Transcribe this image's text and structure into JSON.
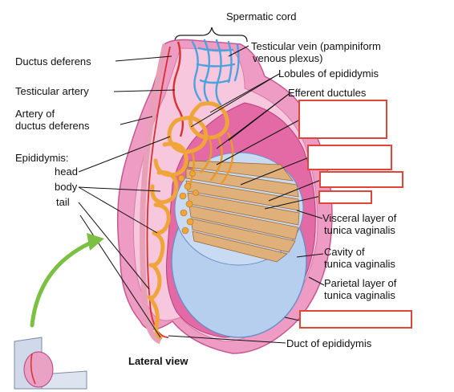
{
  "labels": {
    "spermatic_cord": "Spermatic cord",
    "ductus_deferens": "Ductus deferens",
    "testicular_vein_line1": "Testicular vein (pampiniform",
    "testicular_vein_line2": "venous plexus)",
    "lobules_of_epididymis": "Lobules of epididymis",
    "testicular_artery": "Testicular artery",
    "efferent_ductules": "Efferent ductules",
    "artery_of_ductus_line1": "Artery of",
    "artery_of_ductus_line2": "ductus deferens",
    "epididymis": "Epididymis:",
    "head": "head",
    "body": "body",
    "tail": "tail",
    "visceral_line1": "Visceral layer of",
    "visceral_line2": "tunica vaginalis",
    "cavity_line1": "Cavity of",
    "cavity_line2": "tunica vaginalis",
    "parietal_line1": "Parietal layer of",
    "parietal_line2": "tunica vaginalis",
    "duct_of_epididymis": "Duct of epididymis",
    "lateral_view": "Lateral view"
  },
  "colors": {
    "tunica_pink": "#e98bb8",
    "tunica_light": "#f6c3da",
    "cavity_blue": "#a9c4e8",
    "epididymis_orange": "#f0a53a",
    "lobule_tan": "#d8a26a",
    "vein_blue": "#4aa3df",
    "artery_red": "#d8302f",
    "arrow_green": "#7bc043",
    "answer_box_border": "#e0453a"
  }
}
